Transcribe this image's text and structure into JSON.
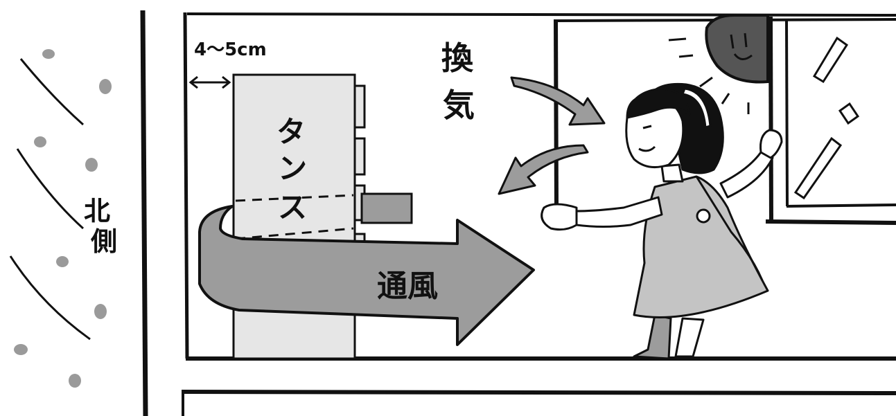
{
  "labels": {
    "gap": "4〜5cm",
    "chest_line1": "タ",
    "chest_line2": "ン",
    "chest_line3": "ス",
    "ventilation_1": "換",
    "ventilation_2": "気",
    "airflow": "通風",
    "north_1": "北",
    "north_2": "側"
  },
  "colors": {
    "ink": "#111111",
    "arrow_fill": "#9c9c9c",
    "chest_fill": "#e6e6e6",
    "apron_fill": "#c4c4c4",
    "sun_fill": "#555555",
    "rain_dot": "#9a9a9a"
  }
}
